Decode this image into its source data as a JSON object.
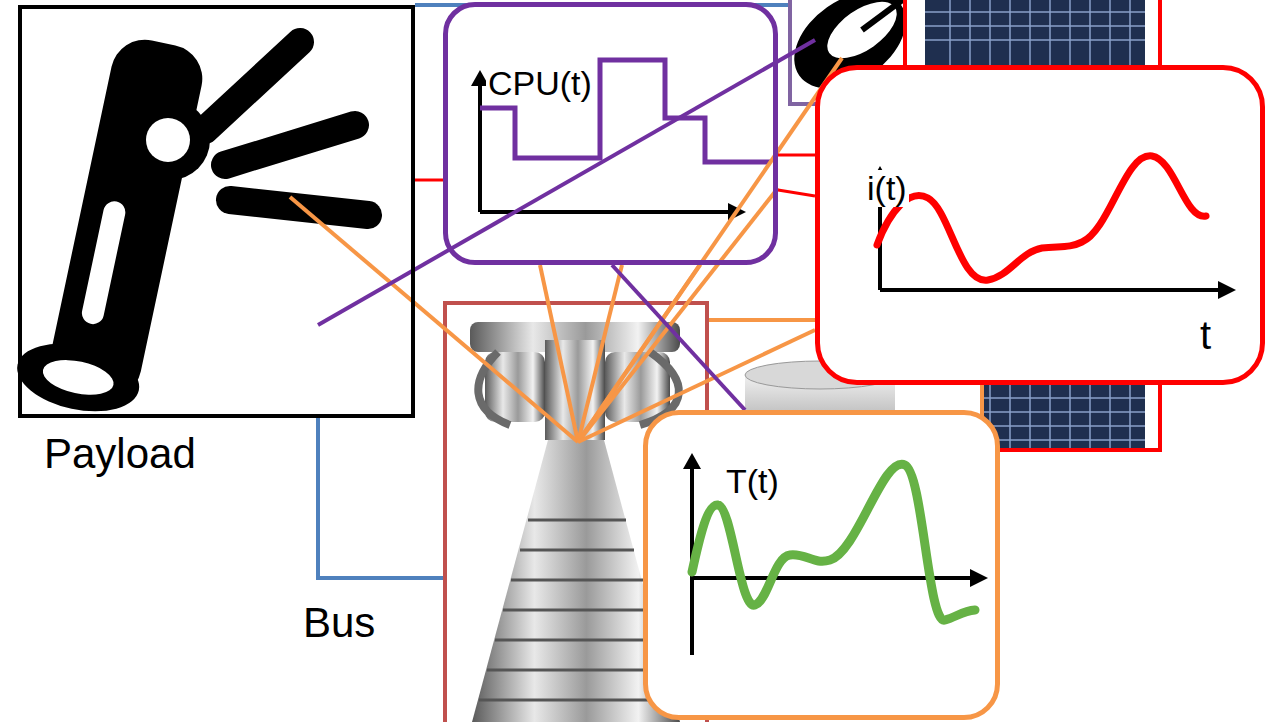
{
  "diagram": {
    "nodes": [
      {
        "text": [
          "Payload"
        ]
      },
      {
        "text": [
          "CPU(t)"
        ]
      },
      {
        "text": [
          "i(t)",
          "t"
        ]
      },
      {
        "text": [
          "T(t)"
        ]
      }
    ],
    "edges": [
      {
        "from": 0,
        "to": 1,
        "arrow": "none"
      },
      {
        "from": 1,
        "to": 2,
        "arrow": "none"
      },
      {
        "from": 1,
        "to": 3,
        "arrow": "none"
      }
    ],
    "labels": [
      "Bus"
    ]
  }
}
